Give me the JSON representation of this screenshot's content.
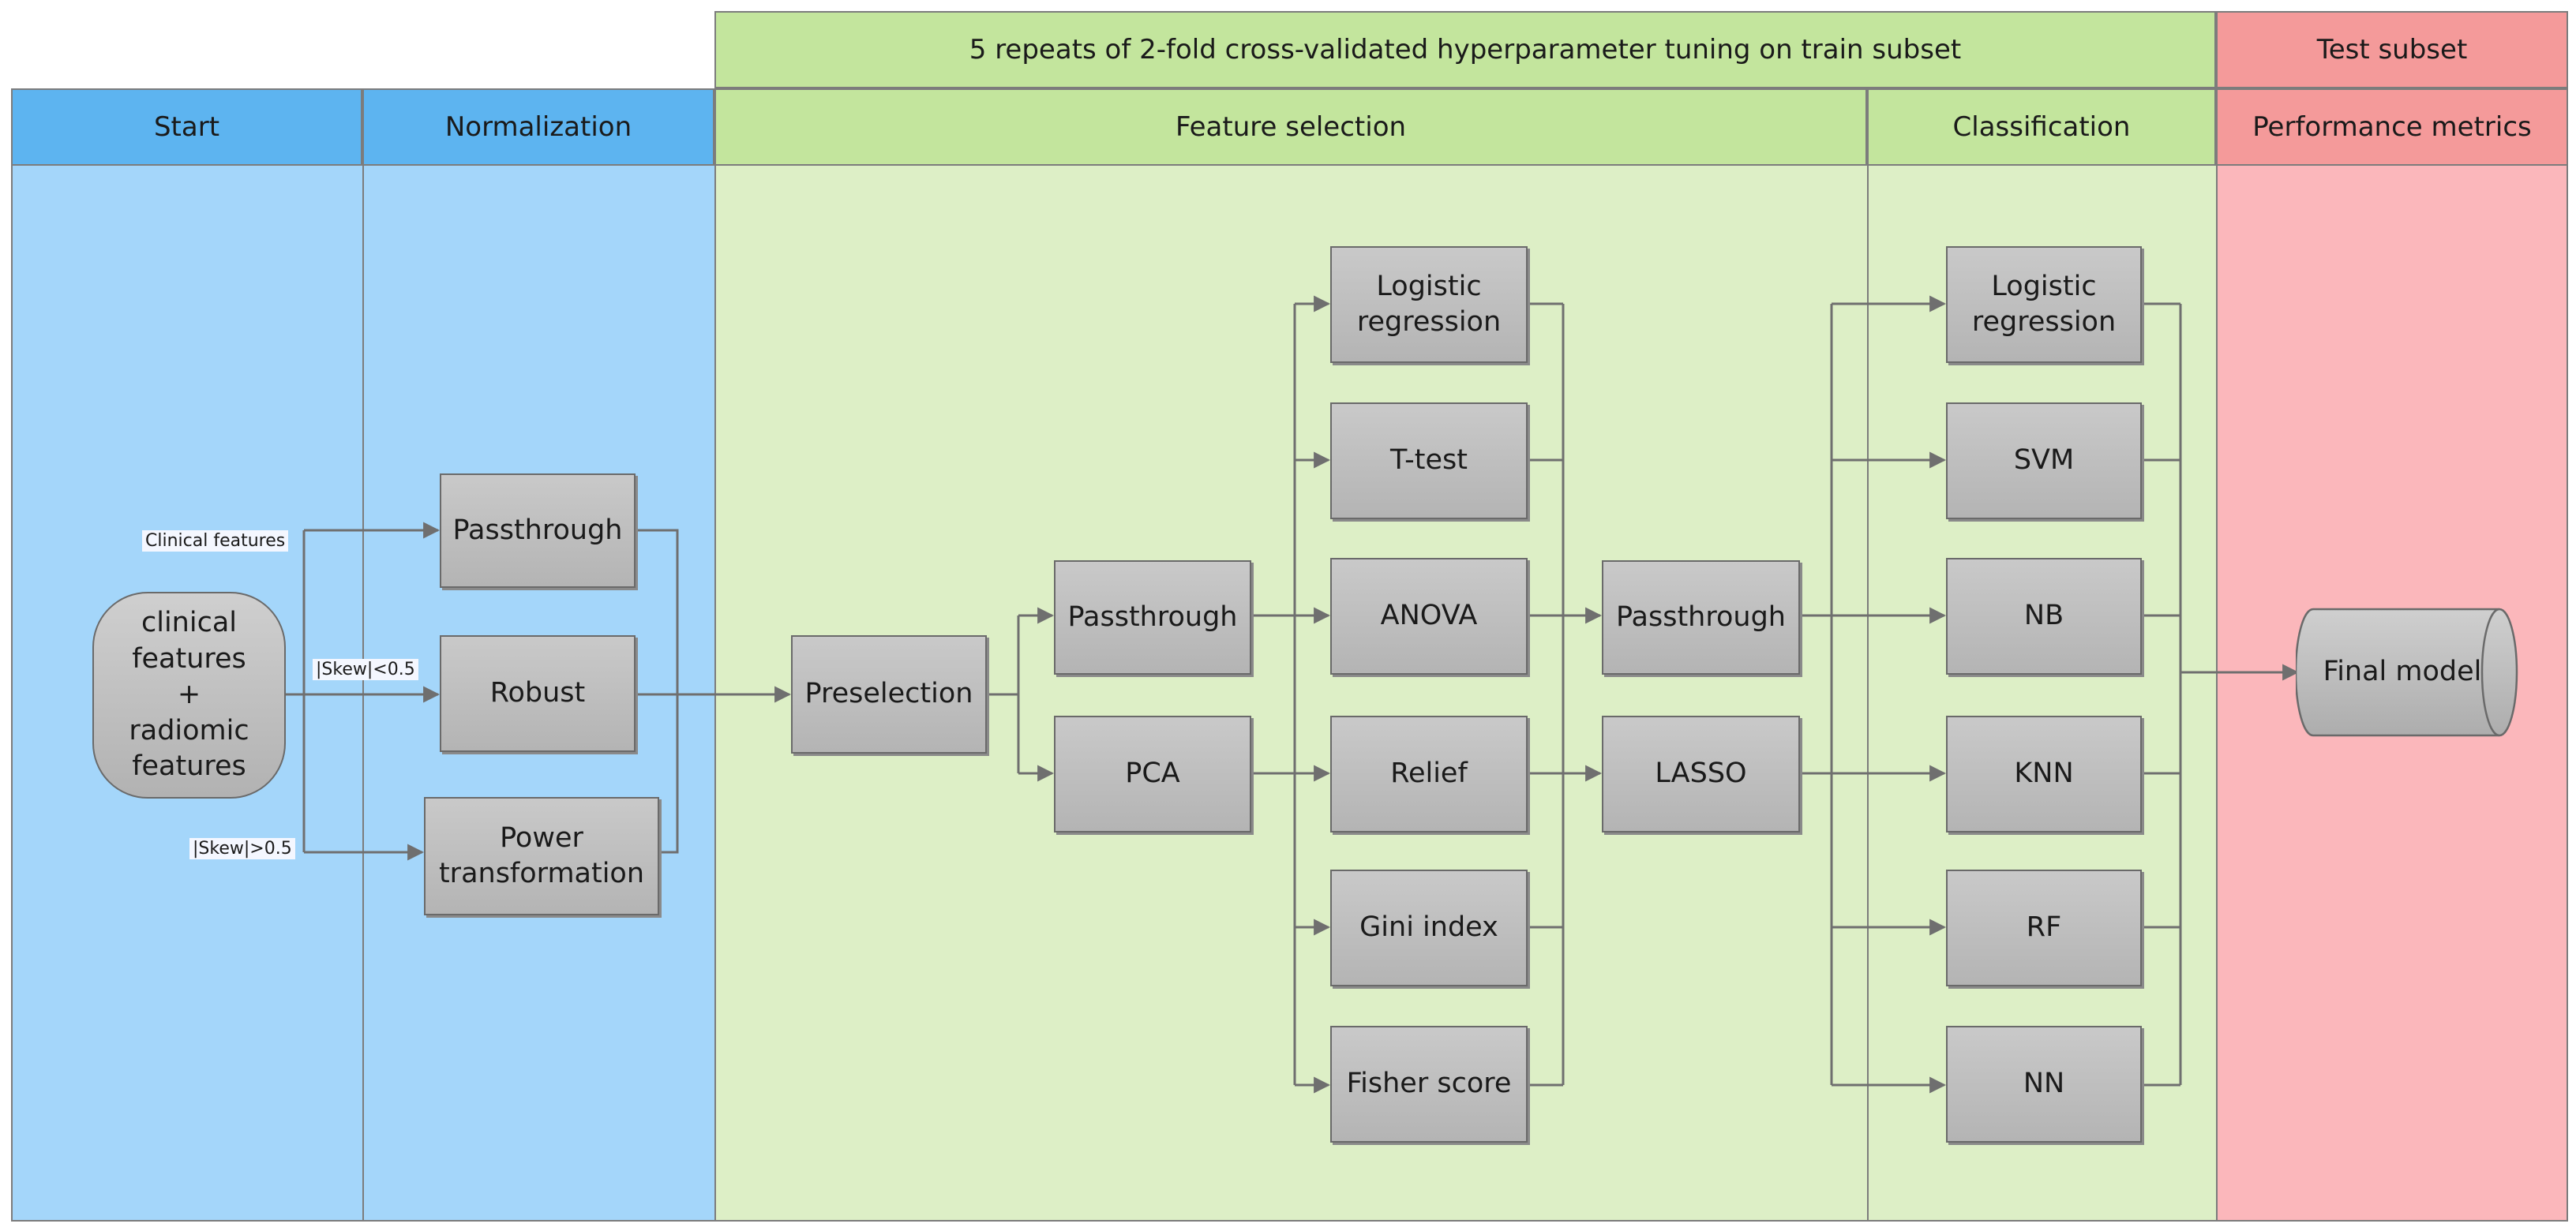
{
  "top_headers": {
    "tuning": "5 repeats of 2-fold cross-validated hyperparameter tuning on train subset",
    "test": "Test subset"
  },
  "lanes": {
    "start": "Start",
    "normalization": "Normalization",
    "feature_selection": "Feature selection",
    "classification": "Classification",
    "performance": "Performance metrics"
  },
  "colors": {
    "blue_header": "#5db4f0",
    "blue_body": "#a4d6fa",
    "green_header": "#c3e59d",
    "green_body": "#ddefc6",
    "red_header": "#f49a9a",
    "red_body": "#fbb7bb",
    "box": "#bdbdbd",
    "wire": "#6f6f6f"
  },
  "start_node": "clinical\nfeatures\n+\nradiomic\nfeatures",
  "edge_labels": {
    "clinical": "Clinical features",
    "skew_low": "|Skew|<0.5",
    "skew_high": "|Skew|>0.5"
  },
  "normalization": [
    "Passthrough",
    "Robust",
    "Power\ntransformation"
  ],
  "preselection": "Preselection",
  "reduction": [
    "Passthrough",
    "PCA"
  ],
  "selectors": [
    "Logistic\nregression",
    "T-test",
    "ANOVA",
    "Relief",
    "Gini index",
    "Fisher score"
  ],
  "embedded": [
    "Passthrough",
    "LASSO"
  ],
  "classifiers": [
    "Logistic\nregression",
    "SVM",
    "NB",
    "KNN",
    "RF",
    "NN"
  ],
  "final": "Final model"
}
